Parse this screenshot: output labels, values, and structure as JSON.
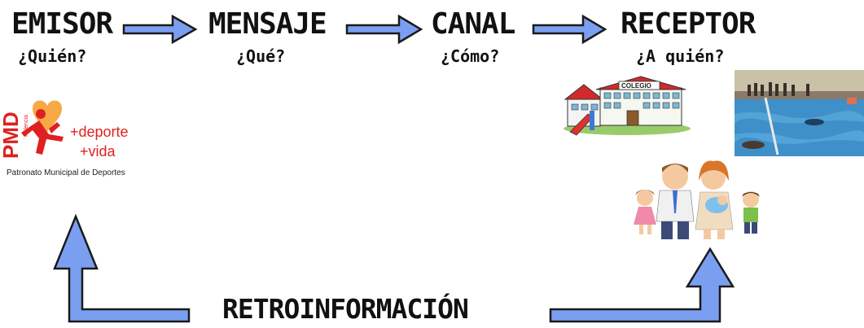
{
  "stages": [
    {
      "title": "EMISOR",
      "question": "¿Quién?"
    },
    {
      "title": "MENSAJE",
      "question": "¿Qué?"
    },
    {
      "title": "CANAL",
      "question": "¿Cómo?"
    },
    {
      "title": "RECEPTOR",
      "question": "¿A quién?"
    }
  ],
  "feedback": {
    "label": "RETROINFORMACIÓN"
  },
  "logo": {
    "letters": "PMD",
    "city": "Palencia",
    "line1": "+deporte",
    "line2": "+vida",
    "caption": "Patronato Municipal de Deportes"
  },
  "school": {
    "sign": "COLEGIO"
  },
  "colors": {
    "arrow_fill": "#7b9ff0",
    "arrow_stroke": "#1a1a1a",
    "logo_red": "#e02020",
    "logo_orange": "#f5a030"
  }
}
